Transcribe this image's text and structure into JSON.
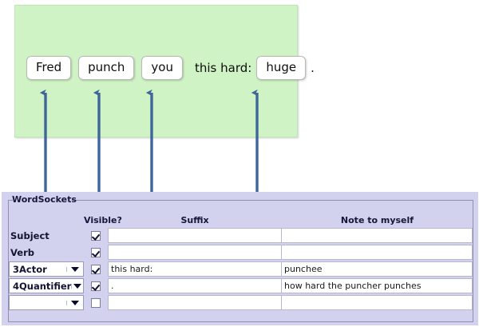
{
  "sentence_panel": {
    "words": [
      {
        "text": "Fred",
        "type": "chip"
      },
      {
        "text": "punch",
        "type": "chip"
      },
      {
        "text": "you",
        "type": "chip"
      },
      {
        "text": "this hard:",
        "type": "plain"
      },
      {
        "text": "huge",
        "type": "chip"
      },
      {
        "text": ".",
        "type": "plain"
      }
    ],
    "background_color": "#cff3c4"
  },
  "arrows": {
    "color": "#3f6699",
    "count": 4
  },
  "wordsockets": {
    "group_title": "WordSockets",
    "panel_color": "#d2d2ee",
    "headers": {
      "label": "",
      "visible": "Visible?",
      "suffix": "Suffix",
      "note": "Note to myself"
    },
    "rows": [
      {
        "label": "Subject",
        "combo": false,
        "visible": true,
        "suffix": "",
        "note": ""
      },
      {
        "label": "Verb",
        "combo": false,
        "visible": true,
        "suffix": "",
        "note": ""
      },
      {
        "label": "3Actor",
        "combo": true,
        "visible": true,
        "suffix": "this hard:",
        "note": "punchee"
      },
      {
        "label": "4Quantifier",
        "combo": true,
        "visible": true,
        "suffix": ".",
        "note": "how hard the puncher punches"
      },
      {
        "label": "",
        "combo": true,
        "visible": false,
        "suffix": "",
        "note": ""
      }
    ]
  }
}
